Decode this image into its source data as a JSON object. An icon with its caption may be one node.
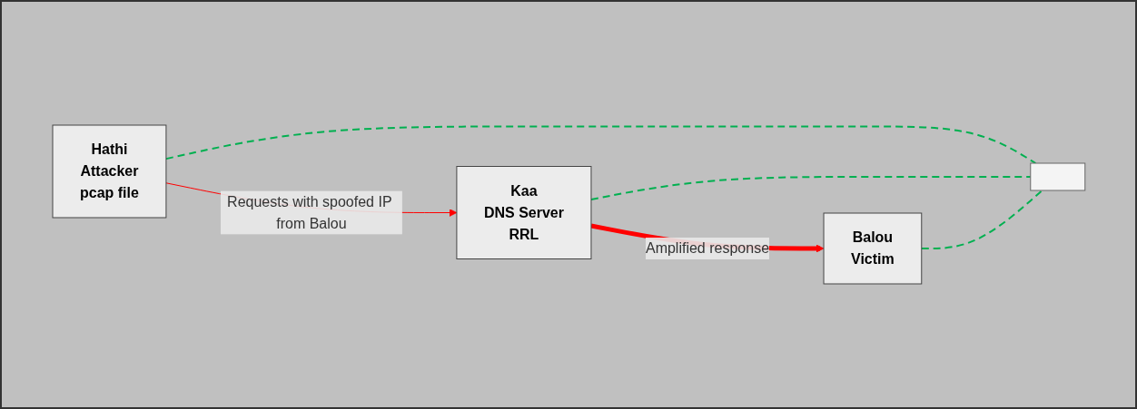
{
  "diagram": {
    "nodes": [
      {
        "text": [
          "Hathi",
          "Attacker",
          "pcap file"
        ]
      },
      {
        "text": [
          "Kaa",
          "DNS Server",
          "RRL"
        ]
      },
      {
        "text": [
          "Balou",
          "Victim"
        ]
      },
      {
        "text": [],
        "shape": "box"
      }
    ],
    "edges": [
      {
        "from": 0,
        "to": 1,
        "arrow": "to",
        "label": "Requests with spoofed IP from Balou",
        "color": "#ff0000"
      },
      {
        "from": 1,
        "to": 2,
        "arrow": "to",
        "label": "Amplified response",
        "style": "thick",
        "color": "#ff0000"
      },
      {
        "from": 0,
        "to": 3,
        "arrow": "none",
        "style": "dashed",
        "color": "#00b050"
      },
      {
        "from": 1,
        "to": 3,
        "arrow": "none",
        "style": "dashed",
        "color": "#00b050"
      },
      {
        "from": 2,
        "to": 3,
        "arrow": "none",
        "style": "dashed",
        "color": "#00b050"
      }
    ]
  }
}
